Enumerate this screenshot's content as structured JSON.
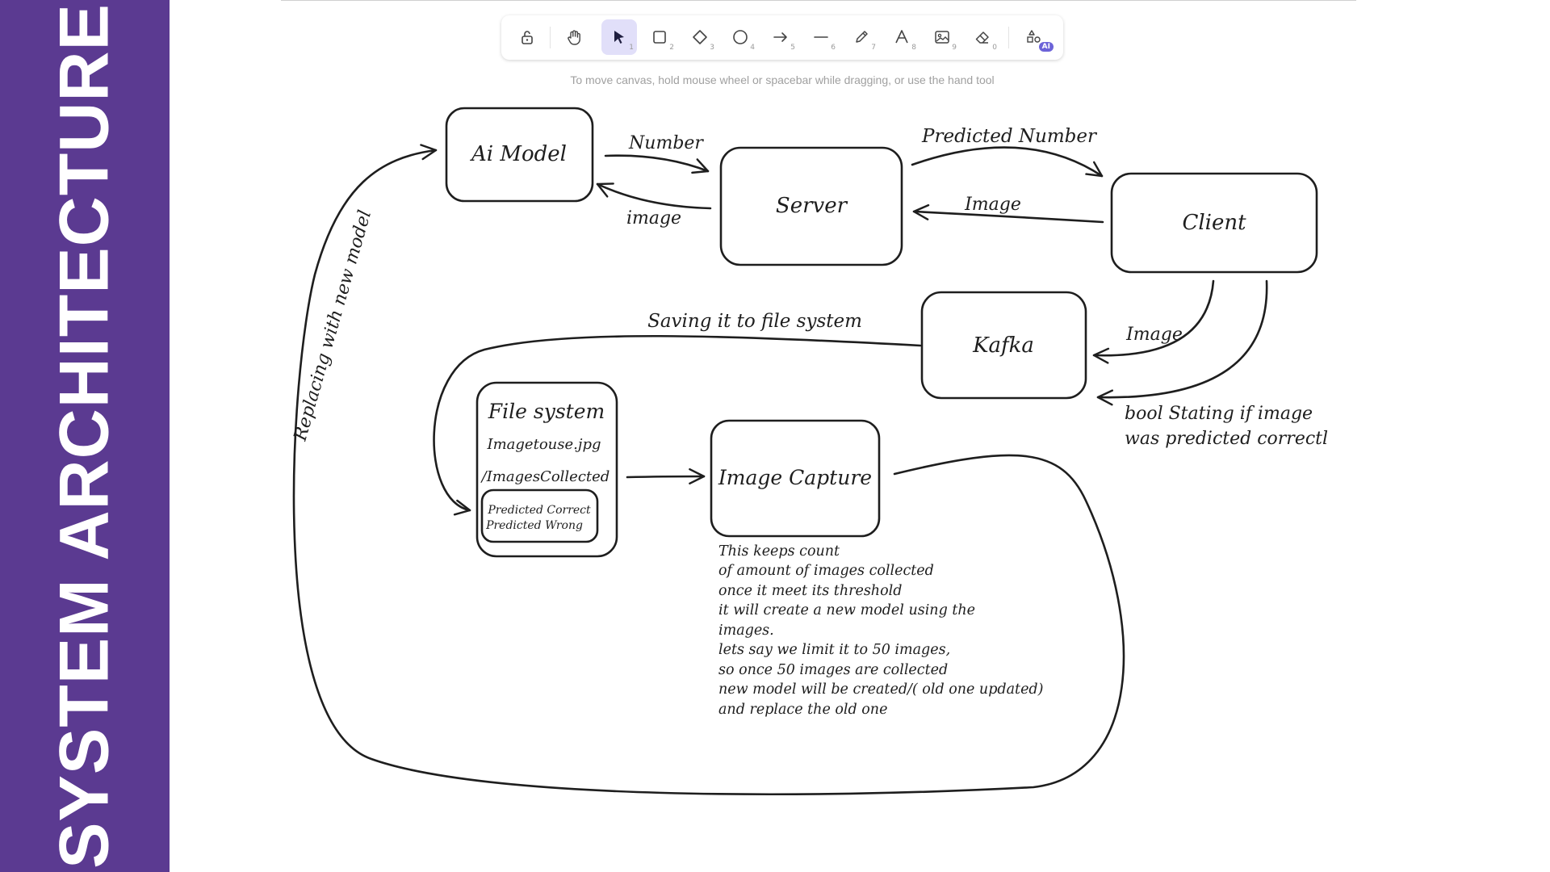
{
  "sidebar": {
    "title": "SYSTEM ARCHITECTURE"
  },
  "toolbar": {
    "tools": [
      {
        "name": "lock-icon",
        "key": ""
      },
      {
        "name": "hand-icon",
        "key": ""
      },
      {
        "name": "pointer-icon",
        "key": "1",
        "active": true
      },
      {
        "name": "rectangle-icon",
        "key": "2"
      },
      {
        "name": "diamond-icon",
        "key": "3"
      },
      {
        "name": "ellipse-icon",
        "key": "4"
      },
      {
        "name": "arrow-icon",
        "key": "5"
      },
      {
        "name": "line-icon",
        "key": "6"
      },
      {
        "name": "pencil-icon",
        "key": "7"
      },
      {
        "name": "text-icon",
        "key": "8"
      },
      {
        "name": "image-icon",
        "key": "9"
      },
      {
        "name": "eraser-icon",
        "key": "0"
      },
      {
        "name": "shapes-ai-icon",
        "key": "",
        "badge": "AI"
      }
    ],
    "hint": "To move canvas, hold mouse wheel or spacebar while dragging, or use the hand tool"
  },
  "diagram": {
    "nodes": {
      "ai_model": "Ai Model",
      "server": "Server",
      "client": "Client",
      "kafka": "Kafka",
      "file_system": "File system",
      "file_item_1": "Imagetouse.jpg",
      "file_item_2": "/ImagesCollected",
      "sub_item_1": "Predicted Correct",
      "sub_item_2": "Predicted Wrong",
      "image_capture": "Image Capture"
    },
    "edges": {
      "number": "Number",
      "image_to_ai": "image",
      "predicted_number": "Predicted Number",
      "image_to_server": "Image",
      "image_to_kafka": "Image",
      "saving": "Saving it to file system",
      "replacing": "Replacing with new model",
      "bool_line_1": "bool Stating if image",
      "bool_line_2": "was predicted correctl"
    },
    "note": [
      "This keeps count",
      "of amount of images collected",
      "once it meet its threshold",
      "it will create a new model using the",
      "images.",
      "lets say we limit it to 50 images,",
      "so once 50 images are collected",
      "new model will be created/( old one updated)",
      "and replace the old one"
    ]
  },
  "colors": {
    "sidebar": "#5b3a91",
    "stroke": "#1e1e1e",
    "active_tool": "#e1dff9",
    "ai_badge": "#6c63d8"
  }
}
